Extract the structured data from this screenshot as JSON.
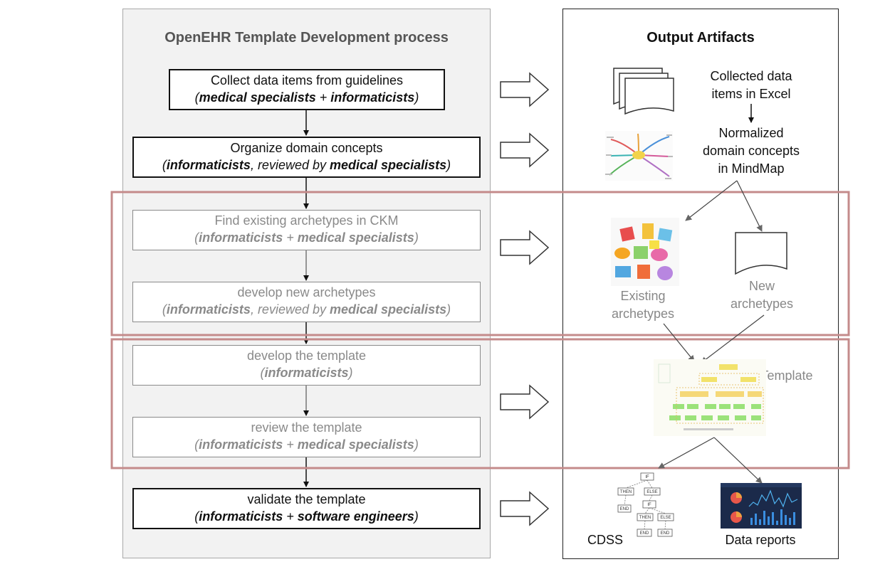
{
  "left_panel": {
    "title": "OpenEHR Template Development process",
    "steps": [
      {
        "line1": "Collect data items from guidelines",
        "l2_a": "medical specialists",
        "l2_b": " + ",
        "l2_c": "informaticists",
        "l2_d": "",
        "l2_e": ""
      },
      {
        "line1": "Organize domain concepts",
        "l2_a": "informaticists",
        "l2_b": ", reviewed by ",
        "l2_c": "medical specialists",
        "l2_d": "",
        "l2_e": ""
      },
      {
        "line1": "Find existing archetypes in CKM",
        "l2_a": "informaticists",
        "l2_b": " + ",
        "l2_c": "medical specialists",
        "l2_d": "",
        "l2_e": ""
      },
      {
        "line1": "develop new archetypes",
        "l2_a": "informaticists",
        "l2_b": ", reviewed by ",
        "l2_c": "medical specialists",
        "l2_d": "",
        "l2_e": ""
      },
      {
        "line1": "develop the template",
        "l2_a": "informaticists",
        "l2_b": "",
        "l2_c": "",
        "l2_d": "",
        "l2_e": ""
      },
      {
        "line1": "review the template",
        "l2_a": "informaticists",
        "l2_b": " + ",
        "l2_c": "medical specialists",
        "l2_d": "",
        "l2_e": ""
      },
      {
        "line1": "validate the template",
        "l2_a": "informaticists",
        "l2_b": " + ",
        "l2_c": "software engineers",
        "l2_d": "",
        "l2_e": ""
      }
    ]
  },
  "right_panel": {
    "title": "Output Artifacts",
    "collected": [
      "Collected data",
      "items in Excel"
    ],
    "normalized": [
      "Normalized",
      "domain concepts",
      "in MindMap"
    ],
    "existing": [
      "Existing",
      "archetypes"
    ],
    "new": [
      "New",
      "archetypes"
    ],
    "template": "Template",
    "cdss": "CDSS",
    "reports": "Data reports",
    "tree_labels": {
      "if": "IF",
      "then": "THEN",
      "else": "ELSE",
      "end": "END"
    }
  },
  "colors": {
    "highlight": "#c48b8b",
    "grey_text": "#8a8a8a",
    "panel_bg": "#f2f2f2"
  }
}
